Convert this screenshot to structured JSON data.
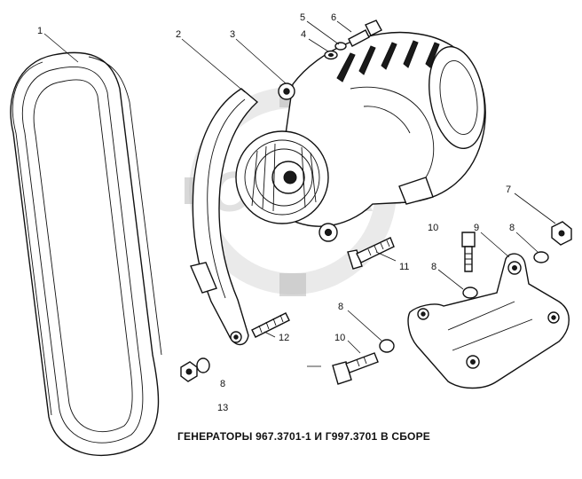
{
  "caption": "ГЕНЕРАТОРЫ 967.3701-1 И Г997.3701 В СБОРЕ",
  "watermark": "ОМЕХ",
  "colors": {
    "ink": "#111111",
    "paper": "#ffffff",
    "watermark": "#b8b8b8"
  },
  "callouts": {
    "c1": "1",
    "c2": "2",
    "c3": "3",
    "c4": "4",
    "c5": "5",
    "c6": "6",
    "c7": "7",
    "c8a": "8",
    "c8b": "8",
    "c8c": "8",
    "c8d": "8",
    "c9": "9",
    "c10a": "10",
    "c10b": "10",
    "c11": "11",
    "c12": "12",
    "c13": "13"
  }
}
